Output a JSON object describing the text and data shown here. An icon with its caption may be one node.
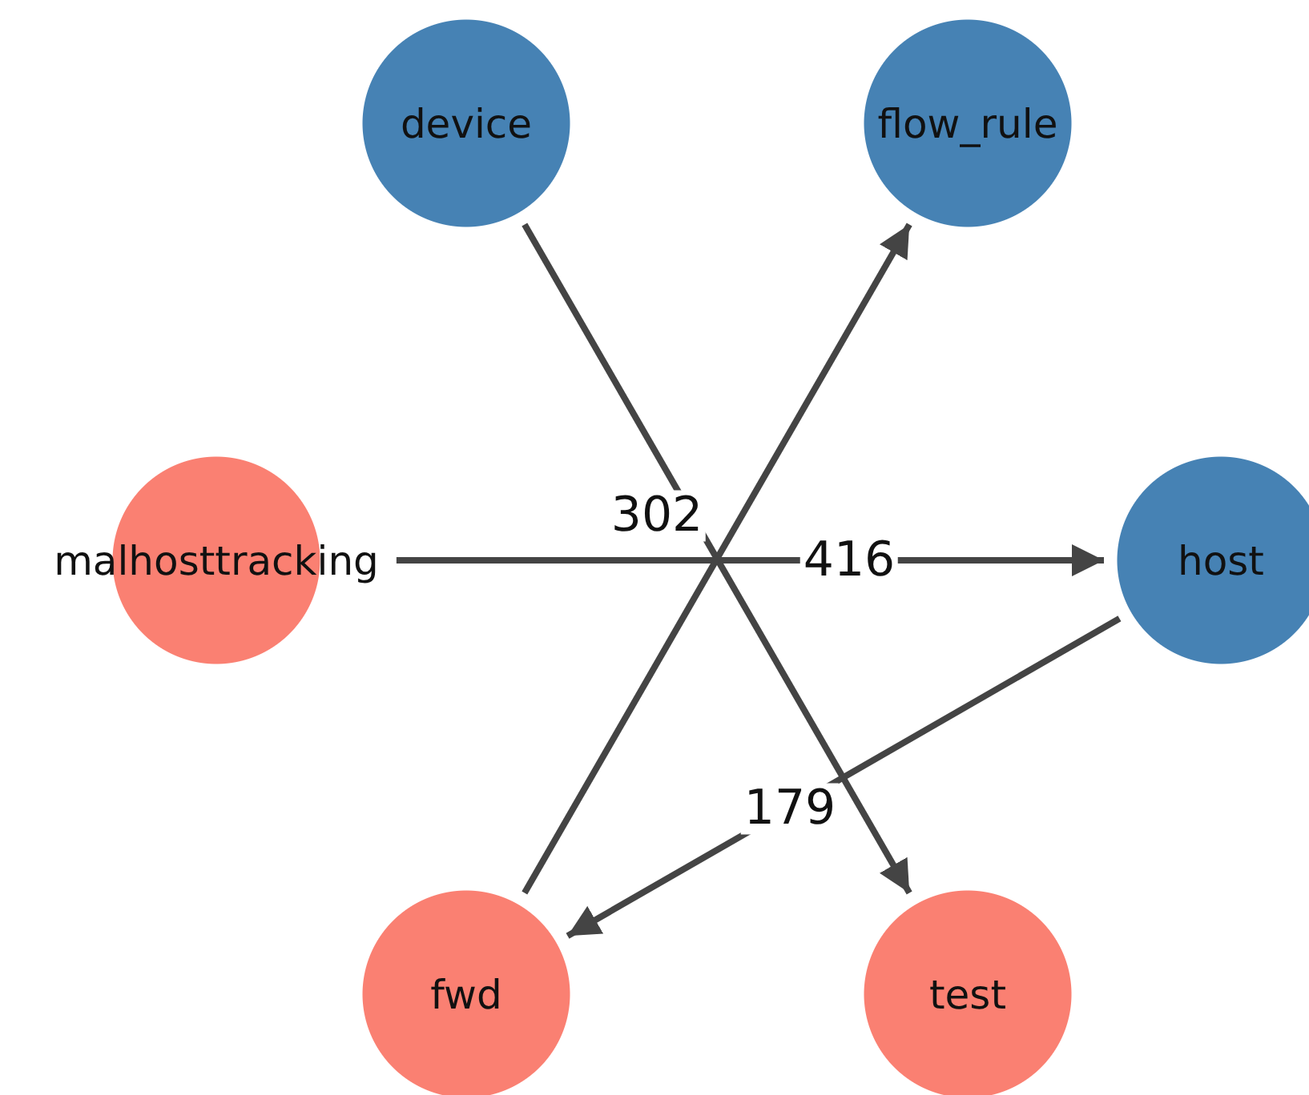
{
  "diagram": {
    "nodes": [
      {
        "text": [
          "device"
        ]
      },
      {
        "text": [
          "flow_rule"
        ]
      },
      {
        "text": [
          "malhosttracking"
        ]
      },
      {
        "text": [
          "host"
        ]
      },
      {
        "text": [
          "fwd"
        ]
      },
      {
        "text": [
          "test"
        ]
      }
    ],
    "edges": [
      {
        "from": 0,
        "to": 5,
        "arrow": "to",
        "label": "302"
      },
      {
        "from": 2,
        "to": 3,
        "arrow": "to",
        "label": "416"
      },
      {
        "from": 4,
        "to": 1,
        "arrow": "to"
      },
      {
        "from": 3,
        "to": 4,
        "arrow": "to",
        "label": "179"
      }
    ]
  }
}
